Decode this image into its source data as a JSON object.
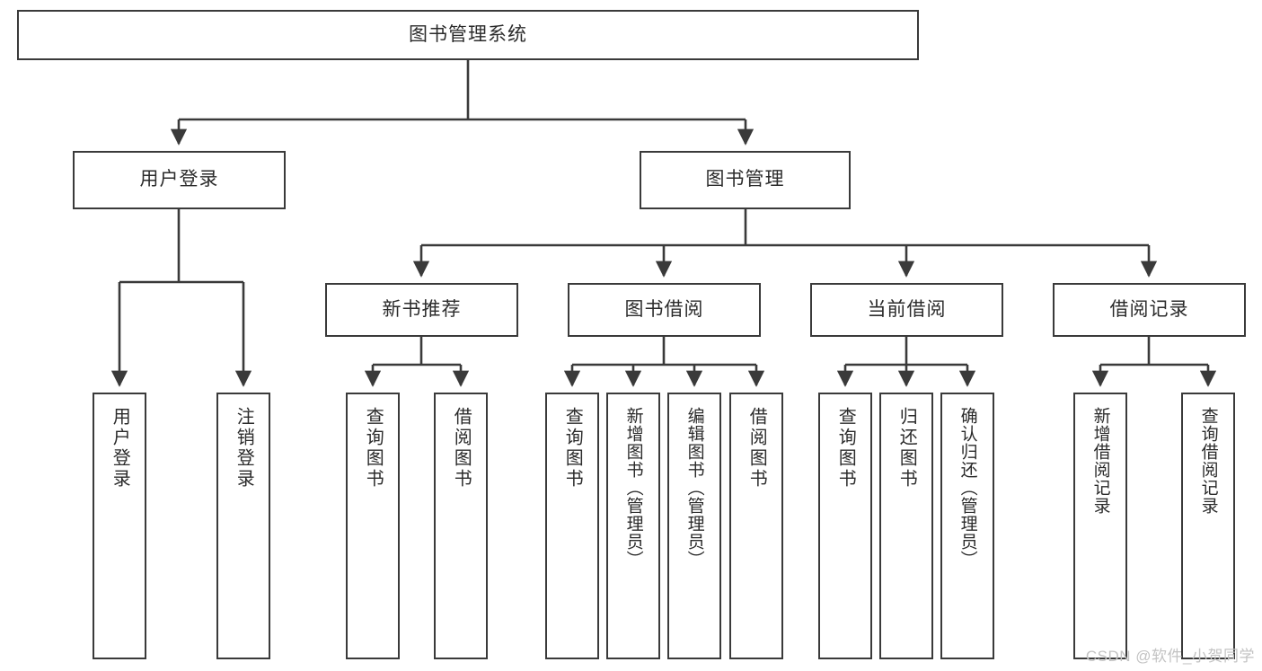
{
  "diagram": {
    "title": "图书管理系统",
    "type": "function-structure-tree",
    "watermark": "CSDN @软件_小贺同学",
    "colors": {
      "background": "#ffffff",
      "node_border": "#3a3a3a",
      "node_fill": "#ffffff",
      "edge": "#3a3a3a",
      "text": "#2b2b2b",
      "watermark": "#c3c3c3"
    },
    "root": {
      "label": "图书管理系统"
    },
    "level1": [
      {
        "label": "用户登录"
      },
      {
        "label": "图书管理"
      }
    ],
    "level2": [
      {
        "label": "新书推荐"
      },
      {
        "label": "图书借阅"
      },
      {
        "label": "当前借阅"
      },
      {
        "label": "借阅记录"
      }
    ],
    "leaves": {
      "user_login": [
        {
          "label": "用户登录"
        },
        {
          "label": "注销登录"
        }
      ],
      "new_book_recommend": [
        {
          "label": "查询图书"
        },
        {
          "label": "借阅图书"
        }
      ],
      "book_borrow": [
        {
          "label": "查询图书"
        },
        {
          "label": "新增图书（管理员）"
        },
        {
          "label": "编辑图书（管理员）"
        },
        {
          "label": "借阅图书"
        }
      ],
      "current_borrow": [
        {
          "label": "查询图书"
        },
        {
          "label": "归还图书"
        },
        {
          "label": "确认归还（管理员）"
        }
      ],
      "borrow_record": [
        {
          "label": "新增借阅记录"
        },
        {
          "label": "查询借阅记录"
        }
      ]
    }
  }
}
